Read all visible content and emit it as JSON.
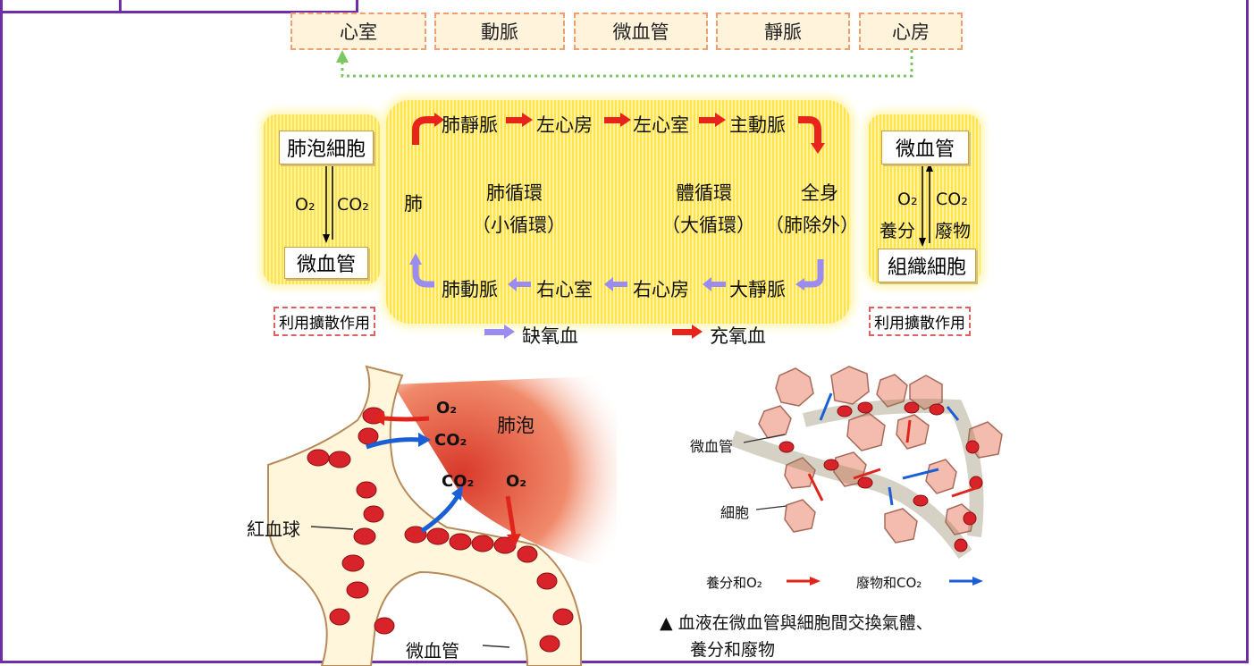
{
  "flow_top": [
    "心室",
    "動脈",
    "微血管",
    "靜脈",
    "心房"
  ],
  "pulmonary": {
    "top_row": [
      "肺靜脈",
      "左心房",
      "左心室",
      "主動脈"
    ],
    "bottom_row": [
      "肺動脈",
      "右心室",
      "右心房",
      "大靜脈"
    ],
    "lung": "肺",
    "pulmonary_circuit": "肺循環",
    "pulmonary_circuit_alt": "（小循環）",
    "systemic_circuit": "體循環",
    "systemic_circuit_alt": "（大循環）",
    "whole_body": "全身",
    "whole_body_alt": "（肺除外）"
  },
  "left_exchange": {
    "top": "肺泡細胞",
    "bottom": "微血管",
    "gas_left": "O₂",
    "gas_right": "CO₂",
    "note": "利用擴散作用"
  },
  "right_exchange": {
    "top": "微血管",
    "bottom": "組織細胞",
    "in_gas": "O₂",
    "in_nutrient": "養分",
    "out_gas": "CO₂",
    "out_waste": "廢物",
    "note": "利用擴散作用"
  },
  "legend": {
    "deoxygenated": "缺氧血",
    "oxygenated": "充氧血",
    "deoxygenated_color": "#9a8cf0",
    "oxygenated_color": "#e8231c"
  },
  "alveolus_figure": {
    "o2_top": "O₂",
    "co2_top": "CO₂",
    "alveolus": "肺泡",
    "co2_low": "CO₂",
    "o2_low": "O₂",
    "rbc": "紅血球",
    "capillary": "微血管"
  },
  "tissue_figure": {
    "capillary": "微血管",
    "cell": "細胞",
    "legend_nutrients": "養分和O₂",
    "legend_waste": "廢物和CO₂",
    "caption_line1": "▲ 血液在微血管與細胞間交換氣體、",
    "caption_line2": "養分和廢物"
  }
}
